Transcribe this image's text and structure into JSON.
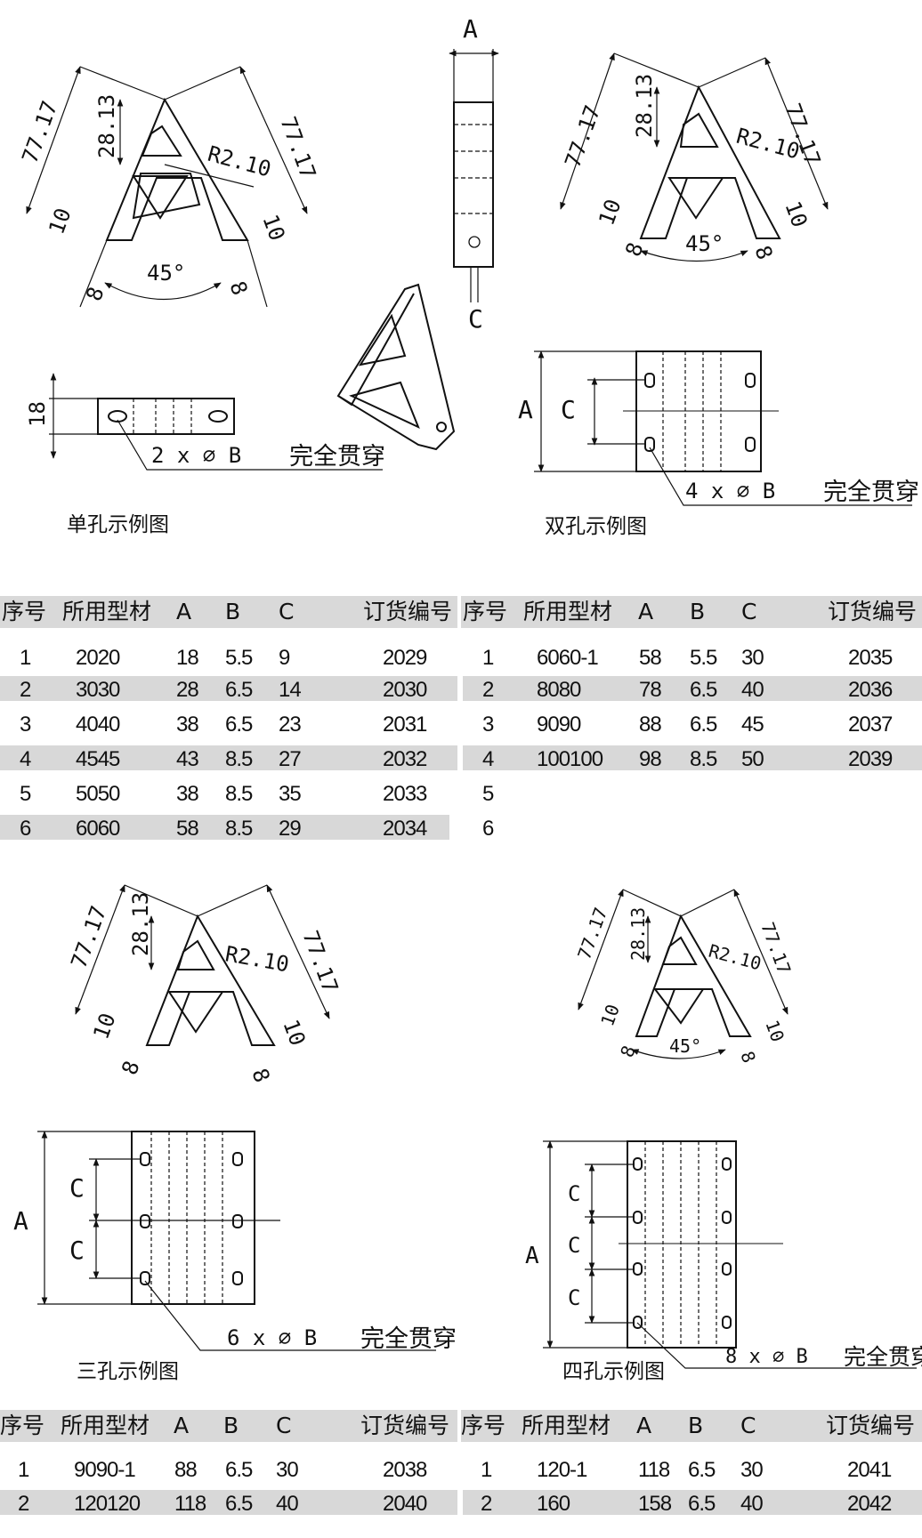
{
  "diagram": {
    "dims": {
      "side": "77.17",
      "height": "28.13",
      "radius": "R2.10",
      "angle": "45°",
      "leg_width": "10",
      "leg_gap": "8",
      "thickness": "18"
    },
    "letters": {
      "a": "A",
      "b": "B",
      "c": "C"
    },
    "holes": {
      "single": "2 x ∅ B",
      "double": "4 x ∅ B",
      "triple": "6 x ∅ B",
      "quad": "8 x ∅ B"
    },
    "through": "完全贯穿",
    "captions": {
      "single": "单孔示例图",
      "double": "双孔示例图",
      "triple": "三孔示例图",
      "quad": "四孔示例图"
    }
  },
  "columns": [
    "序号",
    "所用型材",
    "A",
    "B",
    "C",
    "订货编号"
  ],
  "tables": {
    "table1_left": [
      [
        "1",
        "2020",
        "18",
        "5.5",
        "9",
        "2029"
      ],
      [
        "2",
        "3030",
        "28",
        "6.5",
        "14",
        "2030"
      ],
      [
        "3",
        "4040",
        "38",
        "6.5",
        "23",
        "2031"
      ],
      [
        "4",
        "4545",
        "43",
        "8.5",
        "27",
        "2032"
      ],
      [
        "5",
        "5050",
        "38",
        "8.5",
        "35",
        "2033"
      ],
      [
        "6",
        "6060",
        "58",
        "8.5",
        "29",
        "2034"
      ]
    ],
    "table1_right": [
      [
        "1",
        "6060-1",
        "58",
        "5.5",
        "30",
        "2035"
      ],
      [
        "2",
        "8080",
        "78",
        "6.5",
        "40",
        "2036"
      ],
      [
        "3",
        "9090",
        "88",
        "6.5",
        "45",
        "2037"
      ],
      [
        "4",
        "100100",
        "98",
        "8.5",
        "50",
        "2039"
      ],
      [
        "5",
        "",
        "",
        "",
        "",
        ""
      ],
      [
        "6",
        "",
        "",
        "",
        "",
        ""
      ]
    ],
    "table2_left": [
      [
        "1",
        "9090-1",
        "88",
        "6.5",
        "30",
        "2038"
      ],
      [
        "2",
        "120120",
        "118",
        "6.5",
        "40",
        "2040"
      ]
    ],
    "table2_right": [
      [
        "1",
        "120-1",
        "118",
        "6.5",
        "30",
        "2041"
      ],
      [
        "2",
        "160",
        "158",
        "6.5",
        "40",
        "2042"
      ]
    ]
  }
}
